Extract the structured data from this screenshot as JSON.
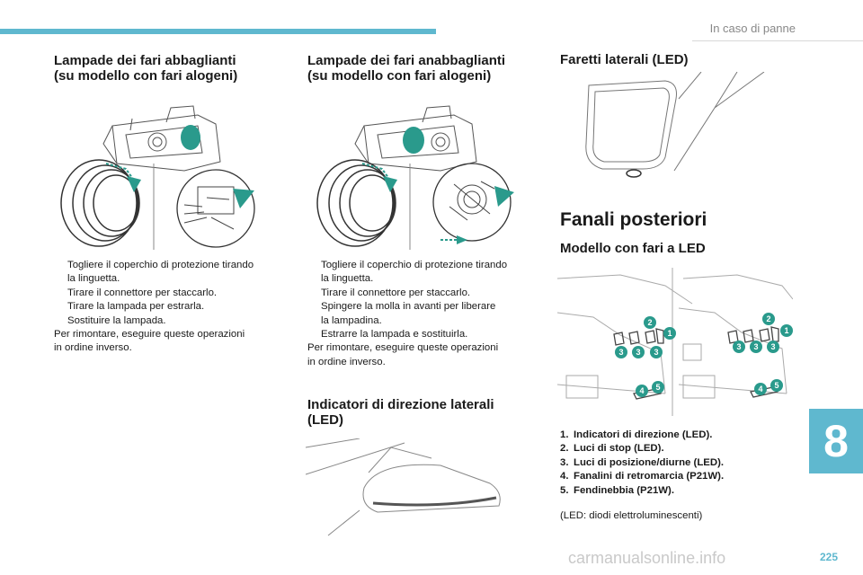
{
  "header": {
    "chapter_title": "In caso di panne"
  },
  "col1": {
    "title_line1": "Lampade dei fari abbaglianti",
    "title_line2": "(su modello con fari alogeni)",
    "steps": [
      [
        "Togliere il coperchio di protezione tirando",
        "la linguetta."
      ],
      [
        "Tirare il connettore per staccarlo."
      ],
      [
        "Tirare la lampada per estrarla."
      ],
      [
        "Sostituire la lampada."
      ]
    ],
    "after_1": "Per rimontare, eseguire queste operazioni",
    "after_2": "in ordine inverso."
  },
  "col2": {
    "title_line1": "Lampade dei fari anabbaglianti",
    "title_line2": "(su modello con fari alogeni)",
    "steps": [
      [
        "Togliere il coperchio di protezione tirando",
        "la linguetta."
      ],
      [
        "Tirare il connettore per staccarlo."
      ],
      [
        "Spingere la molla in avanti per liberare",
        "la lampadina."
      ],
      [
        "Estrarre la lampada e sostituirla."
      ]
    ],
    "after_1": "Per rimontare, eseguire queste operazioni",
    "after_2": "in ordine inverso.",
    "indicators_title_line1": "Indicatori di direzione laterali",
    "indicators_title_line2": "(LED)"
  },
  "col3": {
    "side_lights_title": "Faretti laterali (LED)",
    "rear_lights_title": "Fanali posteriori",
    "led_model_title": "Modello con fari a LED",
    "legend": [
      {
        "n": "1.",
        "text": "Indicatori di direzione (LED)."
      },
      {
        "n": "2.",
        "text": "Luci di stop (LED)."
      },
      {
        "n": "3.",
        "text": "Luci di posizione/diurne (LED)."
      },
      {
        "n": "4.",
        "text": "Fanalini di retromarcia (P21W)."
      },
      {
        "n": "5.",
        "text": "Fendinebbia (P21W)."
      }
    ],
    "note": "(LED: diodi elettroluminescenti)"
  },
  "bullet_glyph": "",
  "chapter_number": "8",
  "page_number": "225",
  "watermark": "carmanualsonline.info",
  "callouts": {
    "one": "1",
    "two": "2",
    "three": "3",
    "four": "4",
    "five": "5"
  },
  "colors": {
    "accent": "#5fb8cf",
    "marker": "#2a9a8c"
  }
}
